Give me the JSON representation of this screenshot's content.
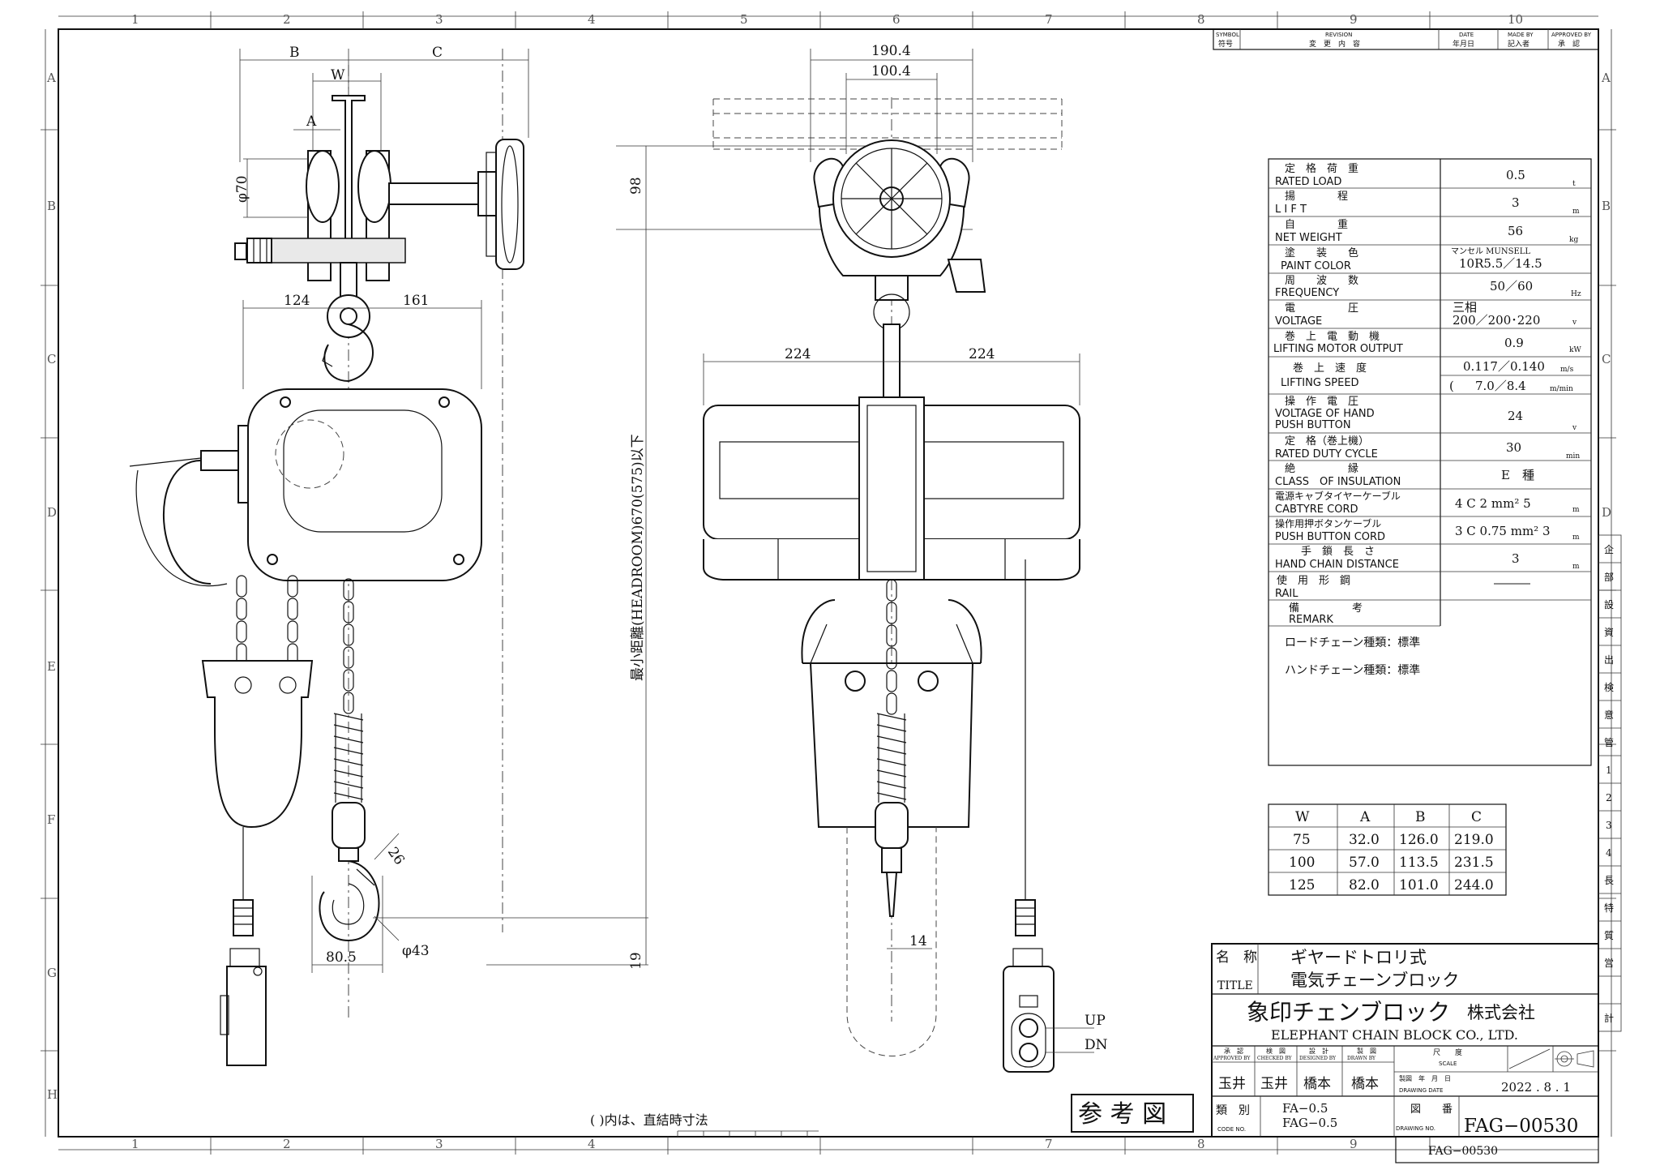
{
  "grid": {
    "columns": [
      "1",
      "2",
      "3",
      "4",
      "5",
      "6",
      "7",
      "8",
      "9",
      "10"
    ],
    "rows": [
      "A",
      "B",
      "C",
      "D",
      "E",
      "F",
      "G",
      "H"
    ]
  },
  "revision_header": {
    "symbol_en": "SYMBOL",
    "symbol_jp": "符号",
    "revision_en": "REVISION",
    "revision_jp": "変　更　内　容",
    "date_en": "DATE",
    "date_jp": "年月日",
    "made_en": "MADE BY",
    "made_jp": "記入者",
    "approved_en": "APPROVED BY",
    "approved_jp": "承　認"
  },
  "side_stamp": [
    "企",
    "部",
    "設",
    "資",
    "出",
    "検",
    "意",
    "管",
    "1",
    "2",
    "3",
    "4",
    "長",
    "特",
    "質",
    "営",
    "",
    "計"
  ],
  "dimensions": {
    "side": {
      "B": "B",
      "C": "C",
      "W": "W",
      "A": "A",
      "phi70": "φ70",
      "d124": "124",
      "d161": "161",
      "d26": "26",
      "d80_5": "80.5",
      "phi43": "φ43"
    },
    "headroom": {
      "d98": "98",
      "label": "最小距離(HEADROOM)670(575)以下",
      "d19": "19"
    },
    "front": {
      "d190_4": "190.4",
      "d100_4": "100.4",
      "d224_l": "224",
      "d224_r": "224",
      "d14": "14",
      "up": "UP",
      "dn": "DN"
    }
  },
  "note_bottom": "(  )内は、直結時寸法",
  "specs": [
    {
      "jp": "定　格　荷　重",
      "en": "RATED LOAD",
      "value": "0.5",
      "unit": "t"
    },
    {
      "jp": "揚　　　　程",
      "en": "L I F T",
      "value": "3",
      "unit": "m"
    },
    {
      "jp": "自　　　　重",
      "en": "NET WEIGHT",
      "value": "56",
      "unit": "kg"
    },
    {
      "jp": "塗　　装　　色",
      "en": "PAINT COLOR",
      "value_top": "マンセル MUNSELL",
      "value": "10R5.5／14.5",
      "unit": ""
    },
    {
      "jp": "周　　波　　数",
      "en": "FREQUENCY",
      "value": "50／60",
      "unit": "Hz"
    },
    {
      "jp": "電　　　　　圧",
      "en": "VOLTAGE",
      "value_top": "三相",
      "value": "200／200･220",
      "unit": "v"
    },
    {
      "jp": "巻　上　電　動　機",
      "en": "LIFTING MOTOR OUTPUT",
      "value": "0.9",
      "unit": "kW"
    },
    {
      "jp": "巻　上　速　度",
      "en": "LIFTING SPEED",
      "value_top": "0.117／0.140",
      "value_top_unit": "m/s",
      "value": "7.0／8.4",
      "unit": "m/min"
    },
    {
      "jp": "操　作　電　圧",
      "en": "VOLTAGE OF HAND",
      "en2": "PUSH BUTTON",
      "value": "24",
      "unit": "v"
    },
    {
      "jp": "定　格（巻上機）",
      "en": "RATED DUTY CYCLE",
      "value": "30",
      "unit": "min"
    },
    {
      "jp": "絶　　　　　縁",
      "en": "CLASS　OF INSULATION",
      "value": "E　種",
      "unit": ""
    },
    {
      "jp": "電源キャブタイヤーケーブル",
      "en": "CABTYRE CORD",
      "value": "4 C  2  mm²  5",
      "unit": "m"
    },
    {
      "jp": "操作用押ボタンケーブル",
      "en": "PUSH BUTTON CORD",
      "value": "3 C 0.75 mm²  3",
      "unit": "m"
    },
    {
      "jp": "手　鎖　長　さ",
      "en": "HAND CHAIN DISTANCE",
      "value": "3",
      "unit": "m"
    },
    {
      "jp": "使　用　形　鋼",
      "en": "RAIL",
      "value": "―――",
      "unit": ""
    },
    {
      "jp": "備　　　　　考",
      "en": "REMARK",
      "value": "",
      "unit": ""
    }
  ],
  "remarks": [
    "ロードチェーン種類：標準",
    "ハンドチェーン種類：標準"
  ],
  "dim_table": {
    "headers": [
      "W",
      "A",
      "B",
      "C"
    ],
    "rows": [
      [
        "75",
        "32.0",
        "126.0",
        "219.0"
      ],
      [
        "100",
        "57.0",
        "113.5",
        "231.5"
      ],
      [
        "125",
        "82.0",
        "101.0",
        "244.0"
      ]
    ]
  },
  "title_block": {
    "name_label": "名　称",
    "title_label": "TITLE",
    "title_line1": "ギヤードトロリ式",
    "title_line2": "電気チェーンブロック",
    "company_jp": "象印チェンブロック",
    "company_suffix": "株式会社",
    "company_en": "ELEPHANT CHAIN BLOCK CO., LTD.",
    "role_jp": [
      "承　認",
      "検　図",
      "設　計",
      "製　図"
    ],
    "role_en": [
      "APPROVED BY",
      "CHECKED BY",
      "DESIGNED BY",
      "DRAWN BY"
    ],
    "names": [
      "玉井",
      "玉井",
      "橋本",
      "橋本"
    ],
    "scale_jp": "尺　　度",
    "scale_en": "SCALE",
    "date_jp": "製図　年　月　日",
    "date_en": "DRAWING DATE",
    "date_value": "2022 . 8 . 1",
    "category_label": "類　別",
    "code_label": "CODE NO.",
    "codes": [
      "FA−0.5",
      "FAG−0.5"
    ],
    "drawing_no_jp": "図　　番",
    "drawing_no_en": "DRAWING NO.",
    "drawing_no": "FAG−00530",
    "drawing_no_small": "FAG−00530",
    "reference_stamp": "参 考 図"
  }
}
